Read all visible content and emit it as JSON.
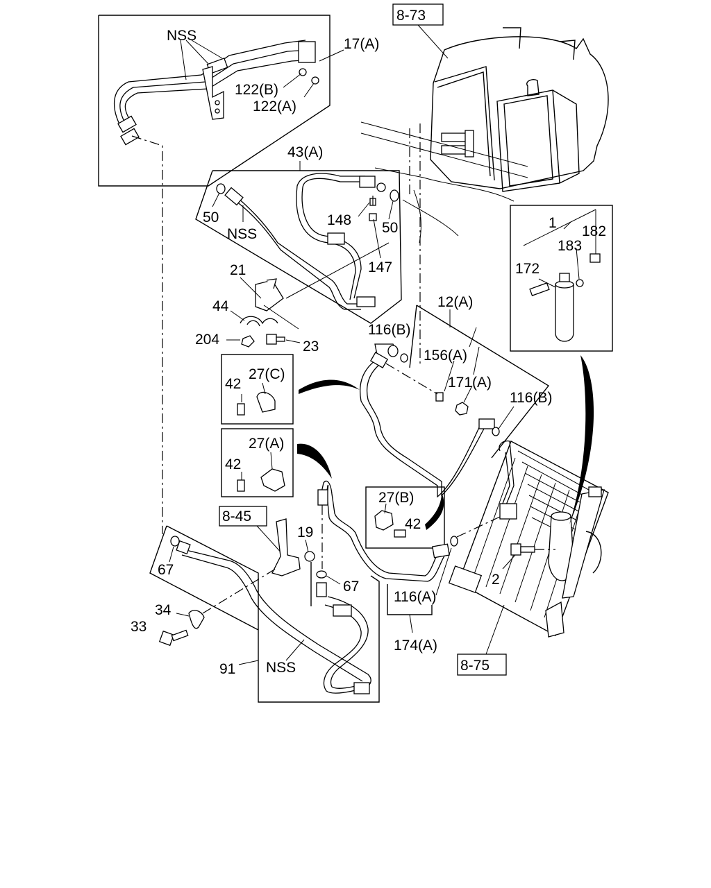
{
  "labels": {
    "ref_8_73": "8-73",
    "ref_8_45": "8-45",
    "ref_8_75": "8-75",
    "nss_top": "NSS",
    "p17a": "17(A)",
    "p122b": "122(B)",
    "p122a": "122(A)",
    "p43a": "43(A)",
    "p50_left": "50",
    "nss_mid": "NSS",
    "p148": "148",
    "p50_right": "50",
    "p147": "147",
    "p21": "21",
    "p44": "44",
    "p204": "204",
    "p23": "23",
    "p1": "1",
    "p182": "182",
    "p183": "183",
    "p172": "172",
    "p12a": "12(A)",
    "p116b_top": "116(B)",
    "p156a": "156(A)",
    "p171a": "171(A)",
    "p116b_right": "116(B)",
    "p42_a": "42",
    "p27c": "27(C)",
    "p42_b": "42",
    "p27a": "27(A)",
    "p27b": "27(B)",
    "p42_c": "42",
    "p19": "19",
    "p67_left": "67",
    "p67_right": "67",
    "p2": "2",
    "p116a": "116(A)",
    "p174a": "174(A)",
    "p34": "34",
    "p33": "33",
    "p91": "91",
    "nss_bottom": "NSS"
  }
}
